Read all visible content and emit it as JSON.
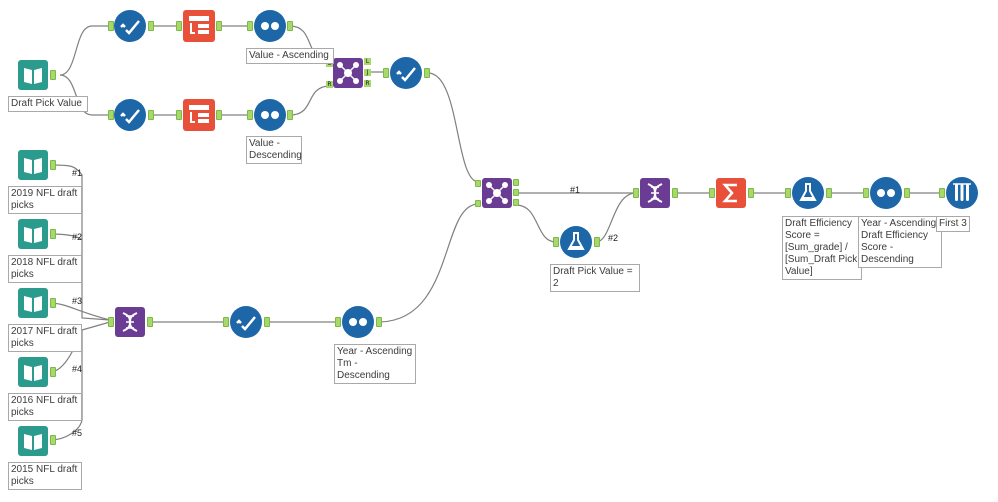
{
  "colors": {
    "input": "#2a9b8c",
    "select": "#1d66a8",
    "formula": "#1d66a8",
    "sort": "#1d66a8",
    "join": "#6a3c93",
    "union": "#6a3c93",
    "summarize": "#e8503a",
    "sample": "#1d66a8",
    "recordid": "#e8503a",
    "wire": "#808080",
    "anchor": "#a6d96a"
  },
  "labels": {
    "draft_pick_value": "Draft Pick Value",
    "sort_value_asc": "Value - Ascending",
    "sort_value_desc": "Value -\nDescending",
    "input_2019": "2019 NFL draft\npicks",
    "input_2018": "2018 NFL draft\npicks",
    "input_2017": "2017 NFL draft\npicks",
    "input_2016": "2016 NFL draft\npicks",
    "input_2015": "2015 NFL draft\npicks",
    "sort_year_tm": "Year - Ascending\nTm - Descending",
    "filter_pick_value": "Draft Pick Value =\n2",
    "formula_efficiency": "Draft Efficiency\nScore =\n[Sum_grade] /\n[Sum_Draft Pick\nValue]",
    "sort_year_eff": "Year - Ascending\nDraft Efficiency\nScore -\nDescending",
    "sample_first3": "First 3"
  },
  "wire_labels": {
    "u1": "#1",
    "u2": "#2",
    "u3": "#3",
    "u4": "#4",
    "u5": "#5",
    "j1": "#1",
    "j2": "#2"
  },
  "ports": {
    "join_l": "L",
    "join_r": "R",
    "join_out_l": "L",
    "join_out_j": "J",
    "join_out_r": "R"
  }
}
